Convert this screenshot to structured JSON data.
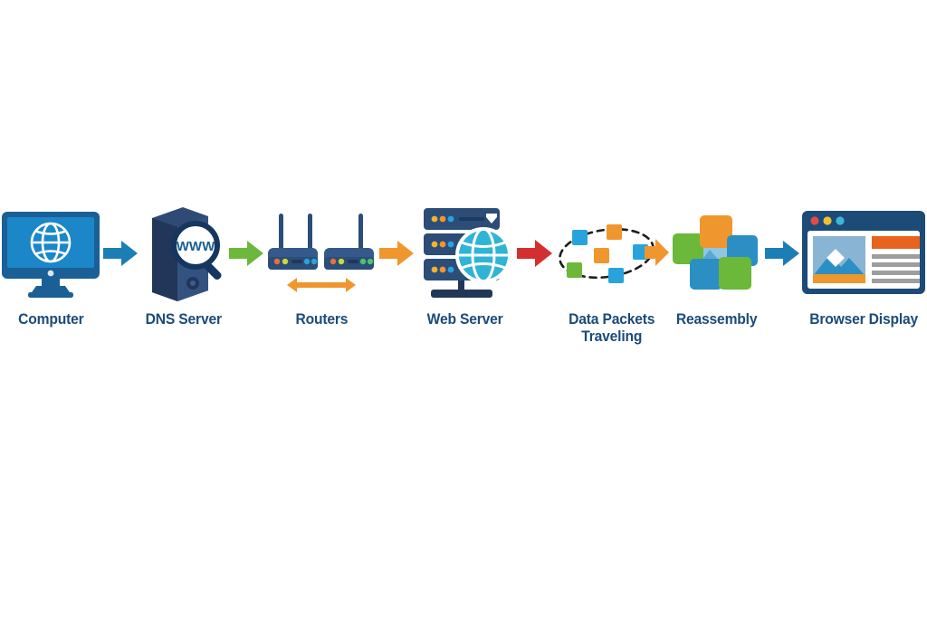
{
  "diagram": {
    "type": "process-flow",
    "title": "",
    "background_color": "#ffffff",
    "label_color": "#1c4b78",
    "orientation": "horizontal-left-to-right",
    "steps": [
      {
        "id": "computer",
        "label": "Computer",
        "icon": "desktop-monitor-globe-icon",
        "colors": {
          "screen": "#1b87c9",
          "screen_inner": "#1c8ad4",
          "frame": "#1a5f96",
          "stand": "#1a5f96",
          "globe": "#ffffff"
        }
      },
      {
        "id": "dns-server",
        "label": "DNS Server",
        "icon": "dns-server-tower-magnifier-icon",
        "badge_text": "WWW",
        "colors": {
          "tower": "#2f4a74",
          "tower_side": "#22365a",
          "magnifier": "#15375f",
          "badge_text": "#1a5f96"
        }
      },
      {
        "id": "routers",
        "label": "Routers",
        "icon": "two-routers-icon",
        "colors": {
          "body": "#2b4d78",
          "body_top": "#35598a",
          "antenna": "#2b4d78",
          "exchange_arrow": "#f0962e"
        },
        "led_colors": [
          "#e8703a",
          "#c8d93a",
          "#29a3dc",
          "#29a3dc",
          "#4cc26a"
        ]
      },
      {
        "id": "web-server",
        "label": "Web Server",
        "icon": "server-rack-globe-icon",
        "colors": {
          "rack": "#2b4d78",
          "rack_edge": "#1d3a5f",
          "globe": "#30b4d6",
          "globe_ring": "#ffffff",
          "base": "#22365a"
        },
        "led_colors": [
          "#f0b32e",
          "#f0962e",
          "#29a3dc"
        ]
      },
      {
        "id": "data-packets-traveling",
        "label": "Data Packets\nTraveling",
        "icon": "data-packets-orbit-icon",
        "colors": {
          "path": "#1d1d1d",
          "arrow": "#f0962e"
        },
        "packet_colors": [
          "#29a3dc",
          "#f0962e",
          "#f0962e",
          "#29a3dc",
          "#6bb83a",
          "#29a3dc"
        ]
      },
      {
        "id": "reassembly",
        "label": "Reassembly",
        "icon": "reassembled-tiles-icon",
        "colors": {
          "orange": "#f0962e",
          "green": "#6bb83a",
          "blue": "#2b8fc4",
          "light_blue": "#8fc7e3"
        }
      },
      {
        "id": "browser-display",
        "label": "Browser Display",
        "icon": "browser-window-page-icon",
        "colors": {
          "chrome": "#1c4b78",
          "page": "#ffffff",
          "headline": "#e8631f",
          "image_sky": "#8ab4d4",
          "image_mountain": "#2b8fc4",
          "image_ground": "#f0962e",
          "text_line": "#9e9e9e"
        },
        "dot_colors": [
          "#e14b4b",
          "#f0c02e",
          "#3ab7d9"
        ]
      }
    ],
    "connectors": [
      {
        "id": "computer-to-dns",
        "from": "computer",
        "to": "dns-server",
        "style": "arrow-right",
        "color": "#1b7fb5"
      },
      {
        "id": "dns-to-routers",
        "from": "dns-server",
        "to": "routers",
        "style": "arrow-right",
        "color": "#6bb83a"
      },
      {
        "id": "routers-to-web-server",
        "from": "routers",
        "to": "web-server",
        "style": "arrow-right",
        "color": "#f0962e"
      },
      {
        "id": "web-server-to-packets",
        "from": "web-server",
        "to": "data-packets-traveling",
        "style": "arrow-right",
        "color": "#d42f2f"
      },
      {
        "id": "packets-to-reassembly",
        "from": "data-packets-traveling",
        "to": "reassembly",
        "style": "arrow-right-embedded",
        "color": "#f0962e"
      },
      {
        "id": "reassembly-to-browser",
        "from": "reassembly",
        "to": "browser-display",
        "style": "arrow-right",
        "color": "#1b7fb5"
      }
    ]
  }
}
